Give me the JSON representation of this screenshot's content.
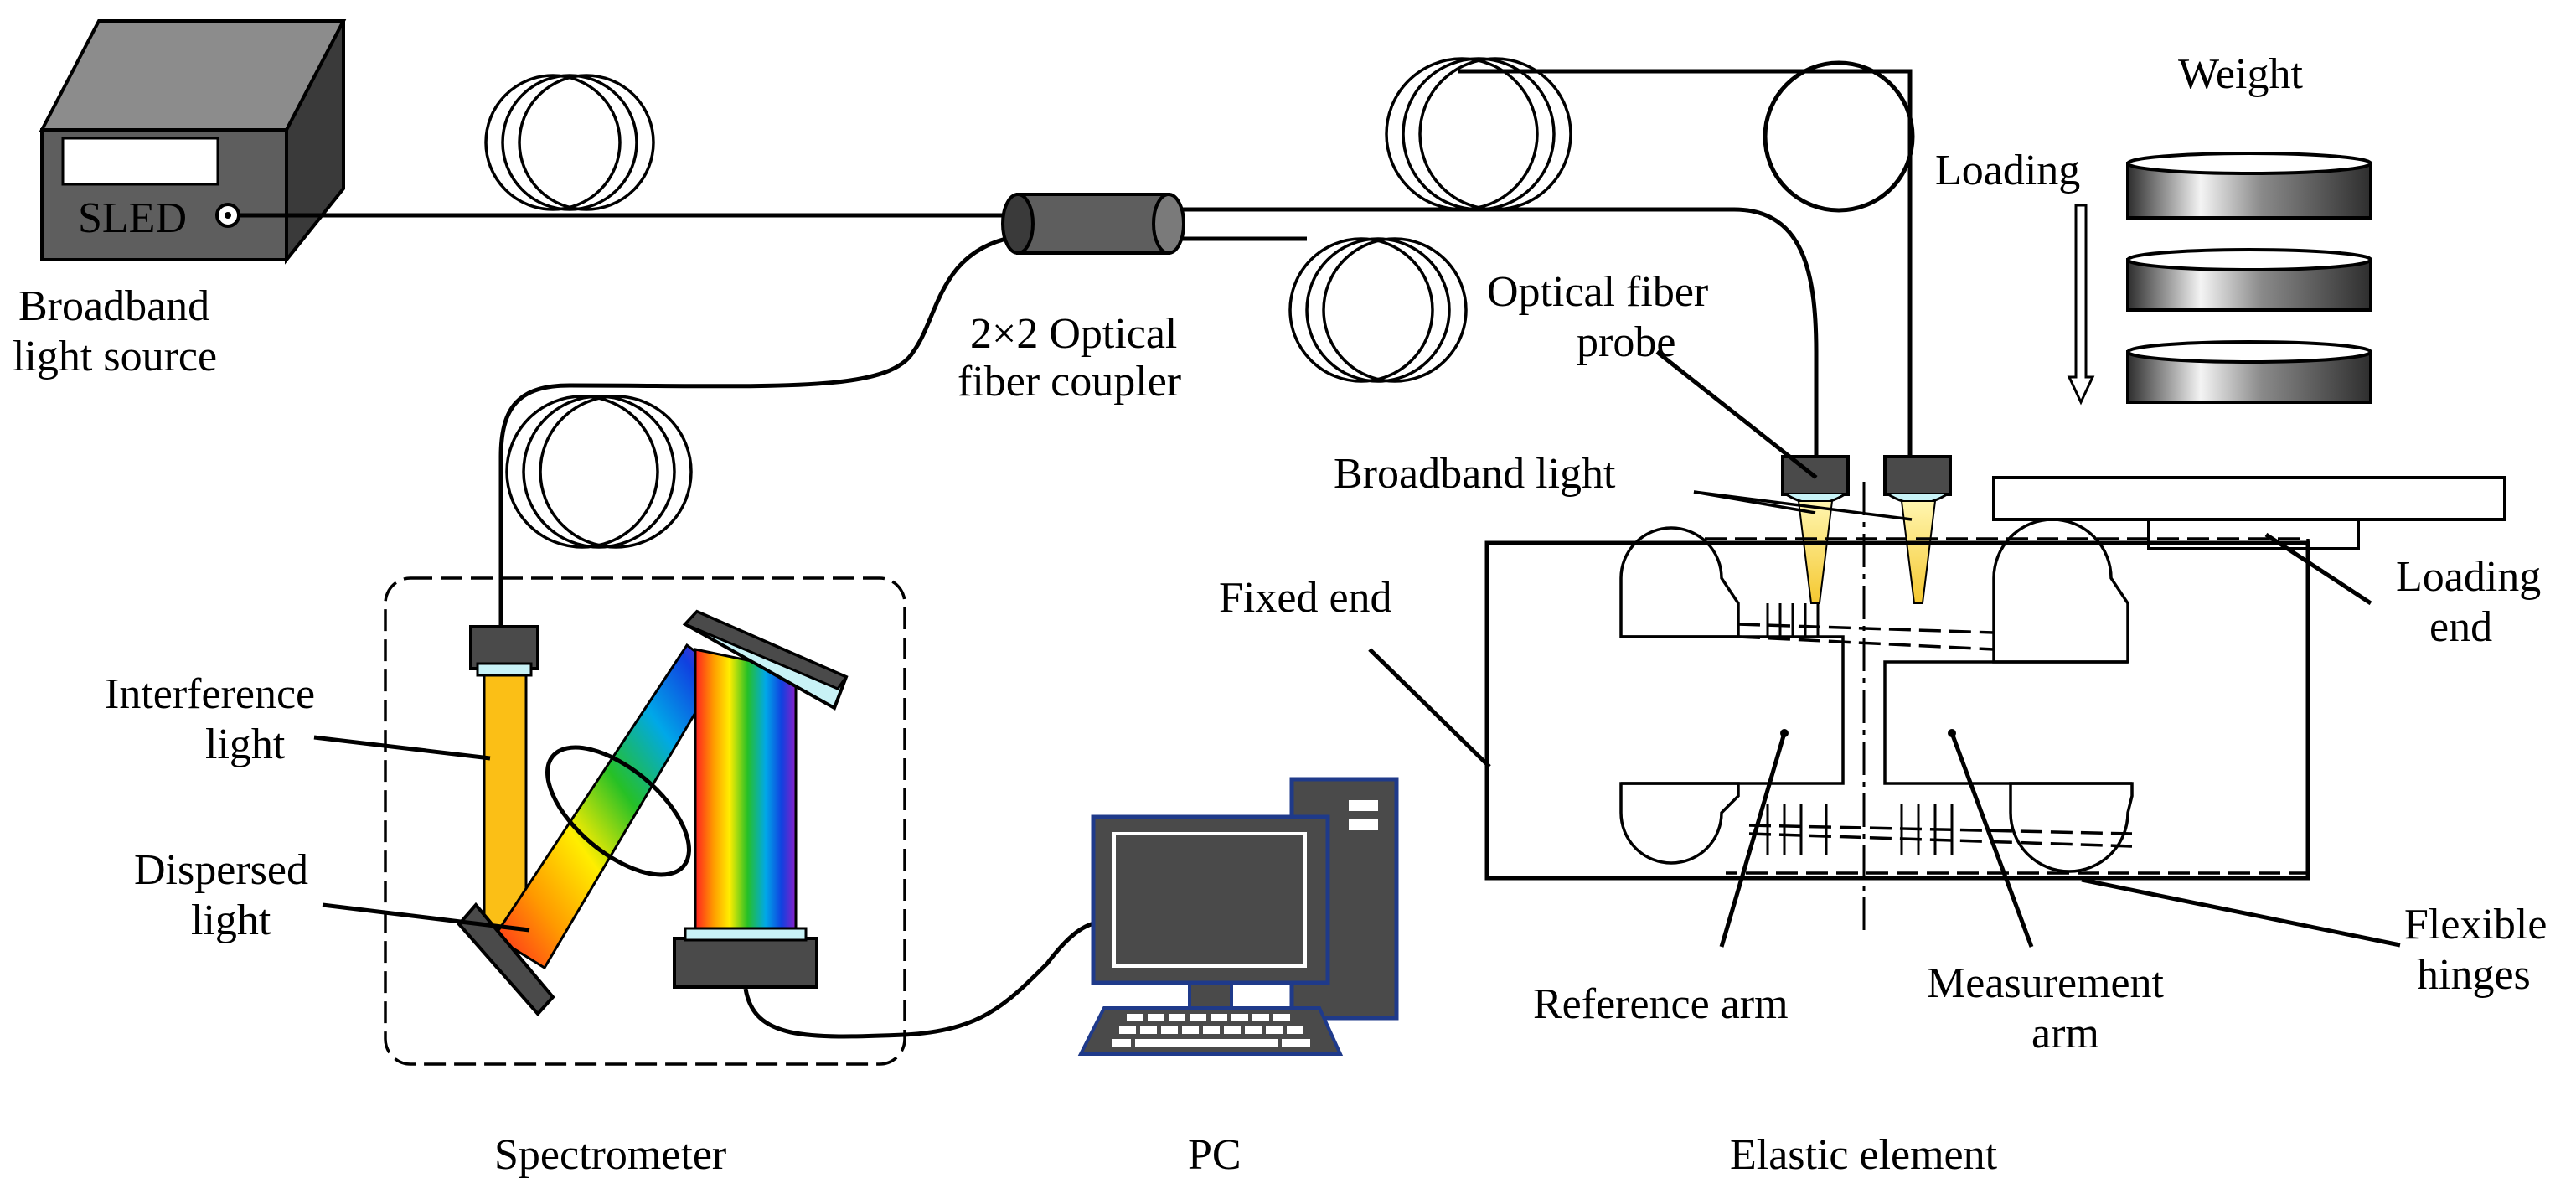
{
  "labels": {
    "source": "Broadband light source",
    "source_l1": "Broadband",
    "source_l2": "light source",
    "sled": "SLED",
    "coupler_l1": "2×2 Optical",
    "coupler_l2": "fiber coupler",
    "interference_l1": "Interference",
    "interference_l2": "light",
    "dispersed_l1": "Dispersed",
    "dispersed_l2": "light",
    "spectrometer": "Spectrometer",
    "pc": "PC",
    "weight": "Weight",
    "loading": "Loading",
    "probe_l1": "Optical fiber",
    "probe_l2": "probe",
    "broadband_light": "Broadband light",
    "fixed_end": "Fixed end",
    "loading_end_l1": "Loading",
    "loading_end_l2": "end",
    "flexible_l1": "Flexible",
    "flexible_l2": "hinges",
    "reference_arm": "Reference arm",
    "measurement_l1": "Measurement",
    "measurement_l2": "arm",
    "elastic_element": "Elastic element"
  },
  "colors": {
    "device_gray": "#5e5e5e",
    "dark_gray": "#3a3a3a",
    "beam_orange": "#fbbf16",
    "beam_yellow": "#f6e26a",
    "screen_blue": "#1f3a8a",
    "mirror_cyan": "#c8f2f6"
  }
}
